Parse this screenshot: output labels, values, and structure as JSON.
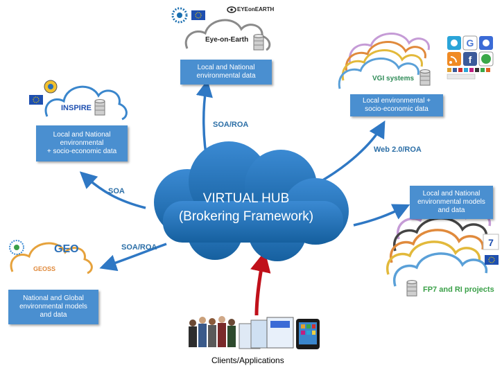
{
  "hub": {
    "title": "VIRTUAL HUB",
    "subtitle": "(Brokering Framework)"
  },
  "nodes": {
    "inspire": {
      "label": "INSPIRE",
      "box": "Local and National\nenvironmental\n+ socio-economic data"
    },
    "eye_on_earth": {
      "label": "Eye-on-Earth",
      "logo": "EYEonEARTH",
      "box": "Local and National\nenvironmental data"
    },
    "vgi": {
      "label": "VGI systems",
      "box": "Local environmental +\nsocio-economic data"
    },
    "geoss": {
      "label": "GEOSS",
      "logo": "GEO",
      "box": "National and Global\nenvironmental models\nand data"
    },
    "fp7": {
      "label": "FP7 and RI projects",
      "box": "Local and National\nenvironmental models\nand data"
    }
  },
  "connections": {
    "inspire": "SOA",
    "eye_on_earth": "SOA/ROA",
    "vgi": "Web 2.0/ROA",
    "geoss": "SOA/ROA"
  },
  "clients": {
    "label": "Clients/Applications"
  },
  "colors": {
    "hub": "#1f6fb5",
    "box": "#4a8fd0",
    "arrow": "#2f78c4",
    "client_arrow": "#c0101a",
    "connection_label": "#2b6ea6",
    "vgi_label": "#2e8b57",
    "fp7_label": "#3aa048"
  },
  "icons": [
    "eu-flag-icon",
    "database-icon",
    "twitter-icon",
    "google-icon",
    "facebook-icon",
    "rss-icon",
    "skype-icon",
    "people-icon",
    "phone-icon"
  ]
}
